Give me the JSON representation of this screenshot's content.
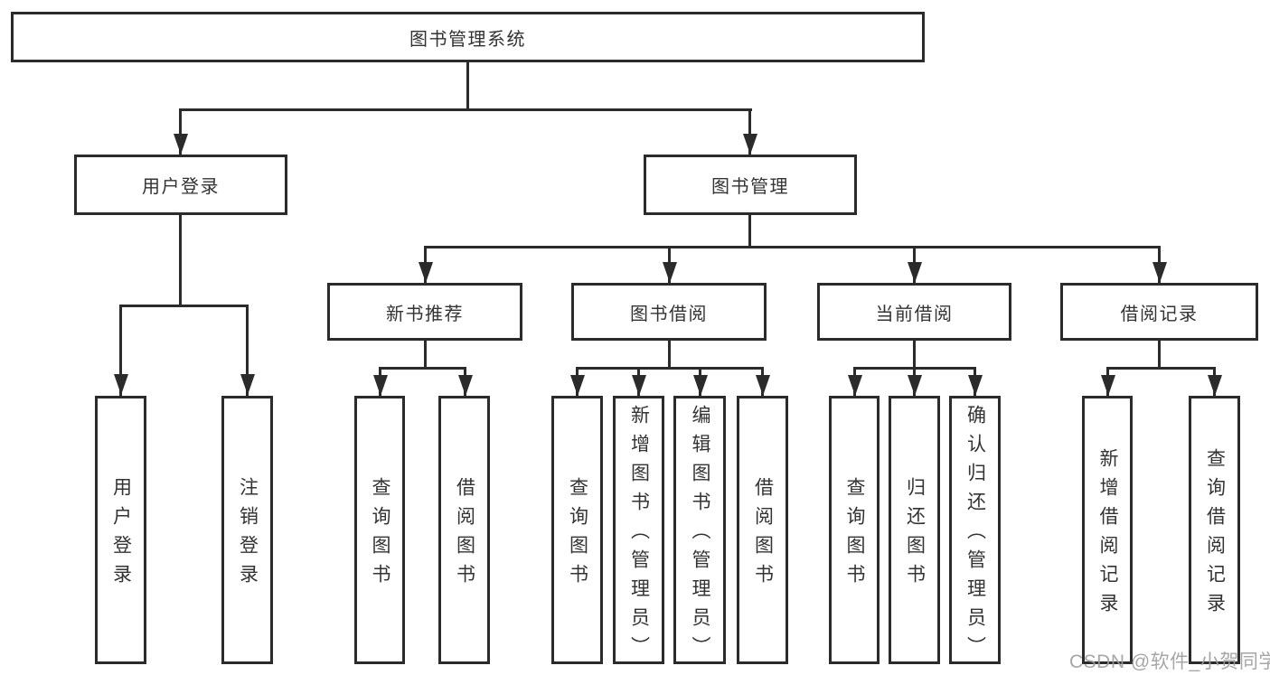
{
  "nodes": {
    "root": "图书管理系统",
    "user_login": "用户登录",
    "book_mgmt": "图书管理",
    "new_book_rec": "新书推荐",
    "book_borrow": "图书借阅",
    "current_borrow": "当前借阅",
    "borrow_record": "借阅记录",
    "leaf_user_login": "用户登录",
    "leaf_logout": "注销登录",
    "leaf_query_book_rec": "查询图书",
    "leaf_borrow_book_rec": "借阅图书",
    "leaf_query_book_borrow": "查询图书",
    "leaf_add_book": "新增图书（管理员）",
    "leaf_edit_book": "编辑图书（管理员）",
    "leaf_borrow_book_borrow": "借阅图书",
    "leaf_query_book_current": "查询图书",
    "leaf_return_book": "归还图书",
    "leaf_confirm_return": "确认归还（管理员）",
    "leaf_add_borrow_record": "新增借阅记录",
    "leaf_query_borrow_record": "查询借阅记录"
  },
  "watermark": "CSDN @软件_小贺同学",
  "colors": {
    "line": "#2b2b2b",
    "text": "#333333",
    "watermark": "#9d9d9d",
    "background": "#ffffff"
  }
}
